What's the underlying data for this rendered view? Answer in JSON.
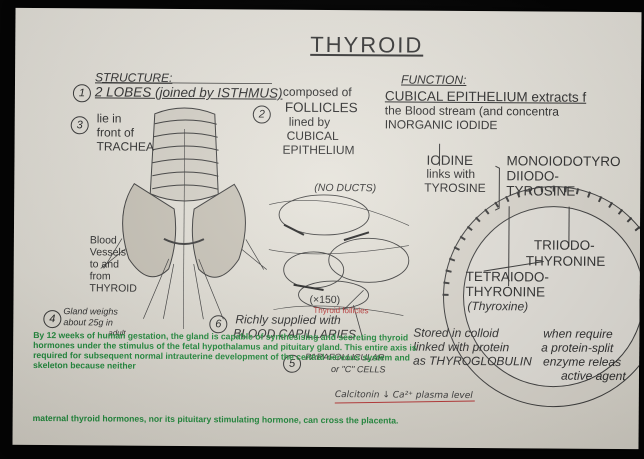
{
  "slide": {
    "title": "THYROID",
    "structure": {
      "label": "STRUCTURE:",
      "item1_num": "1",
      "lobes": "2 LOBES (joined by ISTHMUS)",
      "item3_num": "3",
      "lie_in": "lie in",
      "front_of": "front of",
      "trachea": "TRACHEA",
      "item2_num": "2",
      "composed_of": "composed of",
      "follicles": "FOLLICLES",
      "lined_by": "lined by",
      "cubical": "CUBICAL",
      "epithelium": "EPITHELIUM",
      "no_ducts": "(NO DUCTS)",
      "blood": "Blood",
      "vessels": "Vessels",
      "to_and": "to and",
      "from": "from",
      "thyroid": "THYROID",
      "item4_num": "4",
      "gland_weighs": "Gland weighs",
      "about": "about 25g in",
      "adult": "adult",
      "item6_num": "6",
      "richly": "Richly supplied with",
      "capillaries": "BLOOD CAPILLARIES",
      "magnification": "(×150)",
      "red_note": "Thyroid follicles",
      "item5_num": "5",
      "parafollicular": "PARAFOLLICULAR",
      "c_cells": "or \"C\" CELLS",
      "calcitonin": "Calcitonin ↓ Ca²⁺ plasma level"
    },
    "function": {
      "label": "FUNCTION:",
      "line1": "CUBICAL EPITHELIUM extracts f",
      "line2": "the Blood stream (and concentra",
      "line3": "INORGANIC IODIDE",
      "iodine": "IODINE",
      "links_with": "links with",
      "tyrosine": "TYROSINE",
      "mono": "MONOIODOTYRO",
      "diiodo": "DIIODO-",
      "tyrosine2": "TYROSINE",
      "triiodo": "TRIIODO-",
      "thyronine1": "THYRONINE",
      "tetraiodo": "TETRAIODO-",
      "thyronine2": "THYRONINE",
      "thyroxine": "(Thyroxine)",
      "stored1": "Stored in colloid",
      "stored2": "linked with protein",
      "stored3": "as THYROGLOBULIN",
      "when1": "when require",
      "when2": "a protein-split",
      "when3": "enzyme releas",
      "when4": "active agent"
    },
    "green_paragraph": "By 12 weeks of human gestation, the gland is capable of synthesising and secreting thyroid hormones under the stimulus of the fetal hypothalamus and pituitary gland. This entire axis is required for subsequent normal intrauterine development of the central nervous system and skeleton because neither",
    "green_last": "maternal thyroid hormones, nor its pituitary stimulating hormone, can cross the placenta."
  }
}
